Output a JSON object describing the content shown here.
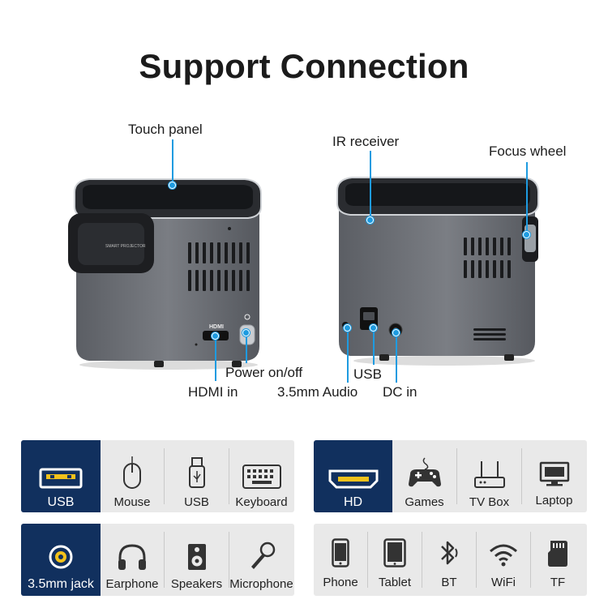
{
  "header": {
    "title": "Support Connection"
  },
  "callouts": {
    "touch_panel": "Touch panel",
    "ir_receiver": "IR receiver",
    "focus_wheel": "Focus wheel",
    "power": "Power on/off",
    "hdmi": "HDMI in",
    "audio": "3.5mm Audio",
    "usb": "USB",
    "dc": "DC in"
  },
  "device_labels": {
    "hdmi_port": "HDMI",
    "badge": "SMART PROJECTOR"
  },
  "panels": {
    "usb": {
      "highlight": "USB",
      "items": [
        "Mouse",
        "USB",
        "Keyboard"
      ]
    },
    "hd": {
      "highlight": "HD",
      "items": [
        "Games",
        "TV Box",
        "Laptop"
      ]
    },
    "jack": {
      "highlight": "3.5mm jack",
      "items": [
        "Earphone",
        "Speakers",
        "Microphone"
      ]
    },
    "wireless": {
      "items": [
        "Phone",
        "Tablet",
        "BT",
        "WiFi",
        "TF"
      ]
    }
  },
  "colors": {
    "accent": "#1e9be0",
    "navy": "#11305e",
    "panel_bg": "#e9e9e9"
  },
  "icons": [
    "usb-port-icon",
    "mouse-icon",
    "usb-stick-icon",
    "keyboard-icon",
    "hdmi-port-icon",
    "gamepad-icon",
    "tv-box-icon",
    "laptop-icon",
    "audio-jack-icon",
    "headphones-icon",
    "speaker-icon",
    "microphone-icon",
    "phone-icon",
    "tablet-icon",
    "bluetooth-icon",
    "wifi-icon",
    "sd-card-icon"
  ]
}
